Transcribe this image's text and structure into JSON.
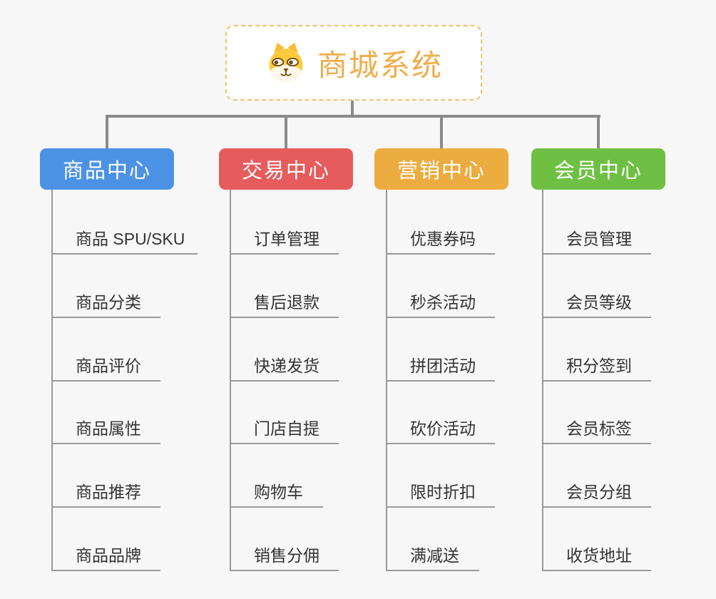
{
  "root": {
    "title": "商城系统",
    "icon": "shiba-dog-icon",
    "accent_color": "#F0AE4D",
    "border_color": "#EFC269"
  },
  "connector_color": "#8A8A8A",
  "background_color": "#F7F7F7",
  "branches": [
    {
      "label": "商品中心",
      "color": "#4B92E5",
      "items": [
        "商品 SPU/SKU",
        "商品分类",
        "商品评价",
        "商品属性",
        "商品推荐",
        "商品品牌"
      ]
    },
    {
      "label": "交易中心",
      "color": "#E65C5C",
      "items": [
        "订单管理",
        "售后退款",
        "快递发货",
        "门店自提",
        "购物车",
        "销售分佣"
      ]
    },
    {
      "label": "营销中心",
      "color": "#EDAC3F",
      "items": [
        "优惠券码",
        "秒杀活动",
        "拼团活动",
        "砍价活动",
        "限时折扣",
        "满减送"
      ]
    },
    {
      "label": "会员中心",
      "color": "#6EC044",
      "items": [
        "会员管理",
        "会员等级",
        "积分签到",
        "会员标签",
        "会员分组",
        "收货地址"
      ]
    }
  ]
}
